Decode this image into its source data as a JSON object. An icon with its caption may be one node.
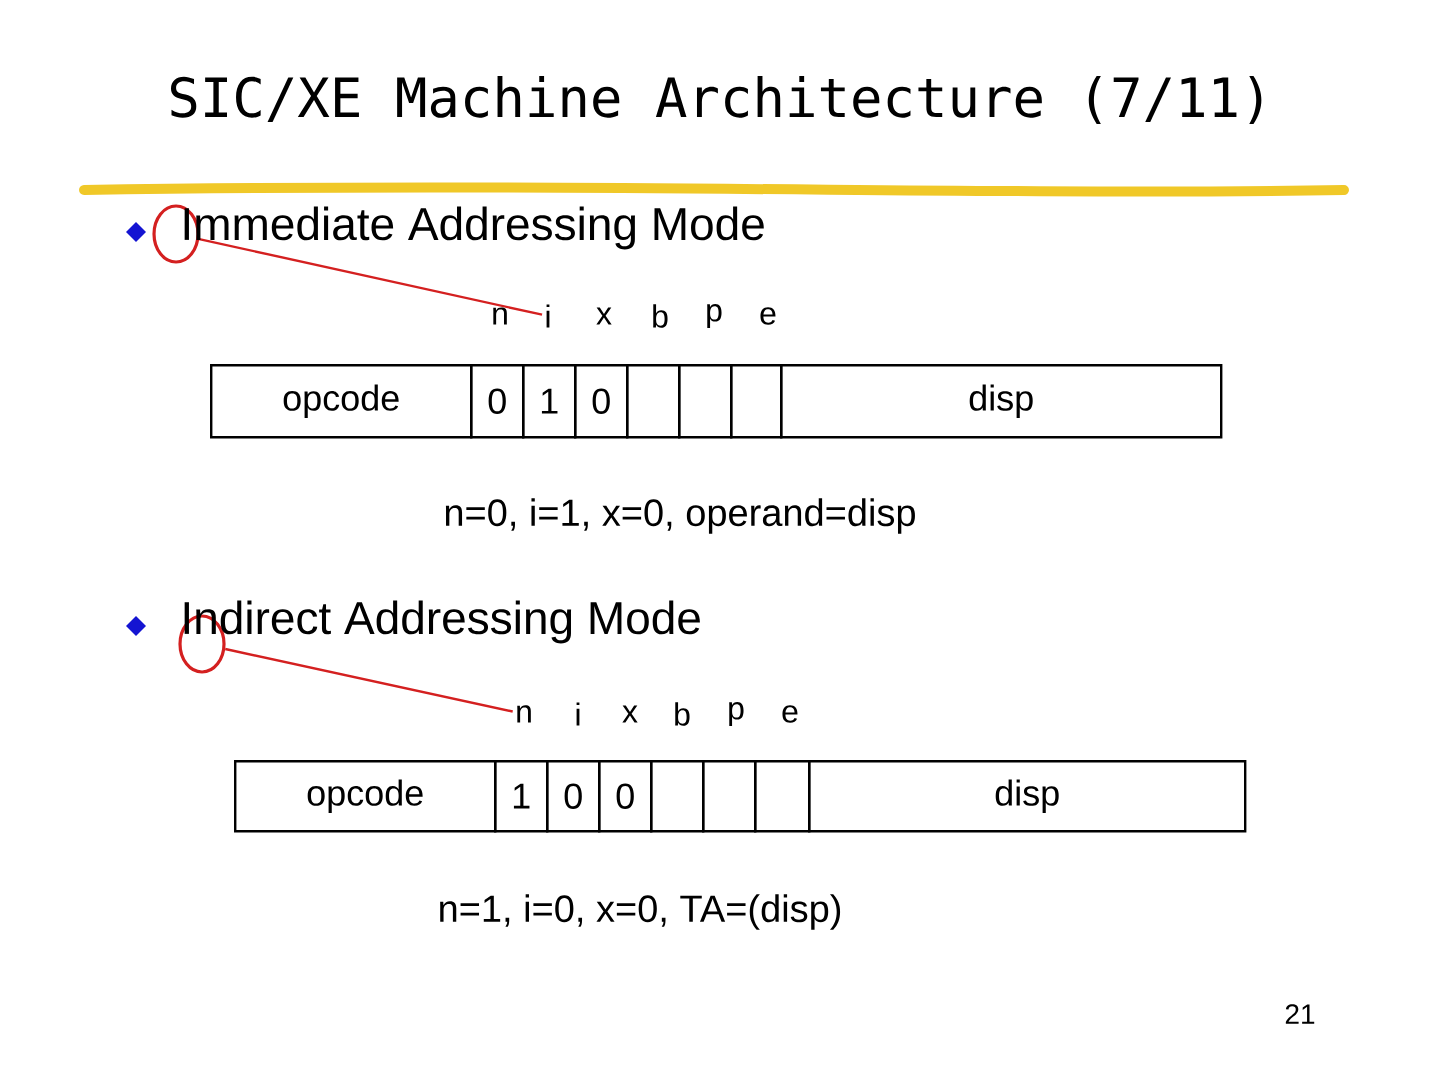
{
  "diagram": {
    "title": "SIC/XE Machine Architecture (7/11)",
    "nodes": [
      {
        "text": [],
        "shape": "circle"
      },
      {
        "text": [
          "i"
        ]
      },
      {
        "text": [
          "opcode"
        ]
      },
      {
        "text": [
          "0"
        ]
      },
      {
        "text": [
          "1"
        ]
      },
      {
        "text": [
          "0"
        ]
      },
      {
        "text": [],
        "shape": "box"
      },
      {
        "text": [],
        "shape": "box"
      },
      {
        "text": [],
        "shape": "box"
      },
      {
        "text": [
          "disp"
        ]
      },
      {
        "text": [],
        "shape": "circle"
      },
      {
        "text": [
          "n"
        ]
      },
      {
        "text": [
          "opcode"
        ]
      },
      {
        "text": [
          "1"
        ]
      },
      {
        "text": [
          "0"
        ]
      },
      {
        "text": [
          "0"
        ]
      },
      {
        "text": [],
        "shape": "box"
      },
      {
        "text": [],
        "shape": "box"
      },
      {
        "text": [],
        "shape": "box"
      },
      {
        "text": [
          "disp"
        ]
      }
    ],
    "edges": [
      {
        "from": 1,
        "to": 0,
        "arrow": "none",
        "color": "#d42020"
      },
      {
        "from": 11,
        "to": 10,
        "arrow": "none",
        "color": "#d42020"
      }
    ],
    "labels": [
      "Immediate Addressing Mode",
      "n",
      "x",
      "b",
      "p",
      "e",
      "n=0, i=1, x=0, operand=disp",
      "Indirect Addressing Mode",
      "i",
      "x",
      "b",
      "p",
      "e",
      "n=1, i=0, x=0, TA=(disp)",
      "21"
    ]
  }
}
